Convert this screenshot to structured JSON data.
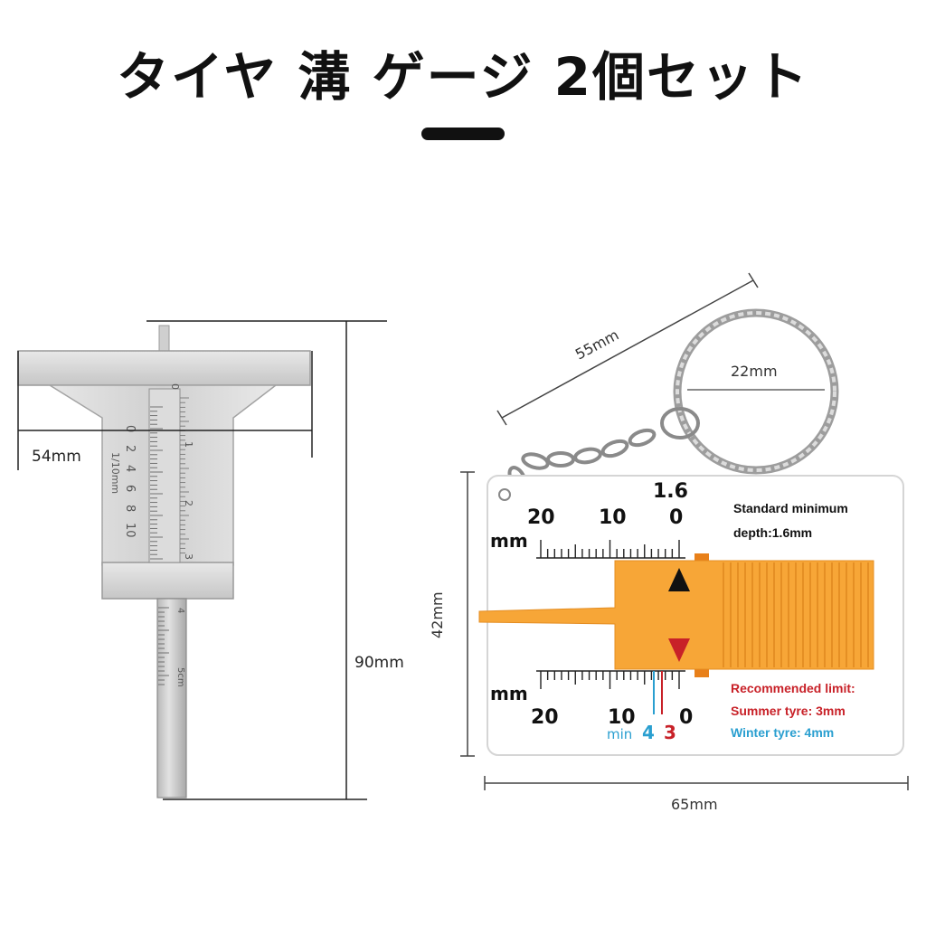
{
  "title": "タイヤ 溝 ゲージ 2個セット",
  "left_gauge": {
    "width_label": "54mm",
    "height_label": "90mm",
    "scale_numbers": [
      "0",
      "2",
      "4",
      "6",
      "8",
      "10"
    ],
    "unit_label": "1/10mm",
    "blade_numbers": [
      "0",
      "1",
      "2",
      "3"
    ],
    "stem_numbers": [
      "4",
      "5cm"
    ]
  },
  "right_gauge": {
    "length_label": "55mm",
    "ring_label": "22mm",
    "height_label": "42mm",
    "width_label": "65mm",
    "top_scale": {
      "unit": "mm",
      "n20": "20",
      "n10": "10",
      "n0": "0",
      "marker": "1.6"
    },
    "bottom_scale": {
      "unit": "mm",
      "n20": "20",
      "n10": "10",
      "n0": "0",
      "min": "min",
      "winter_mark": "4",
      "summer_mark": "3"
    },
    "standard_line1": "Standard minimum",
    "standard_line2": "depth:1.6mm",
    "recommended": "Recommended limit:",
    "summer": "Summer tyre: 3mm",
    "winter": "Winter tyre: 4mm"
  },
  "colors": {
    "orange": "#f7a637",
    "red": "#c82128",
    "blue": "#2a9fd0",
    "steel": "#d9d9d9"
  }
}
